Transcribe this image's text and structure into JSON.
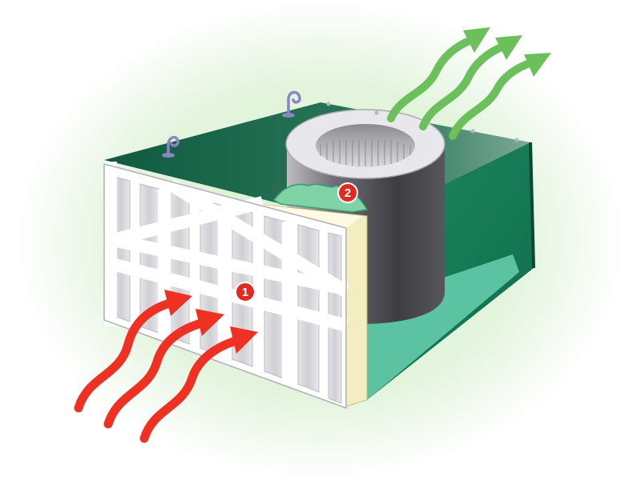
{
  "diagram": {
    "markers": [
      {
        "id": "stage-1",
        "label": "1"
      },
      {
        "id": "stage-2",
        "label": "2"
      }
    ],
    "colors": {
      "housing_dark": "#0f4f3a",
      "housing_top": "#1f6b4e",
      "housing_interior": "#5cc3a2",
      "filter_frame": "#ffffff",
      "filter_pleat": "#d5d5d8",
      "filter_edge": "#f3edbf",
      "cylinder_dark": "#454549",
      "cylinder_light": "#c8c8cc",
      "intake_arrow": "#ee3123",
      "exhaust_arrow": "#6cc05b",
      "marker": "#e02a22",
      "glow": "#cfe9c8"
    }
  }
}
